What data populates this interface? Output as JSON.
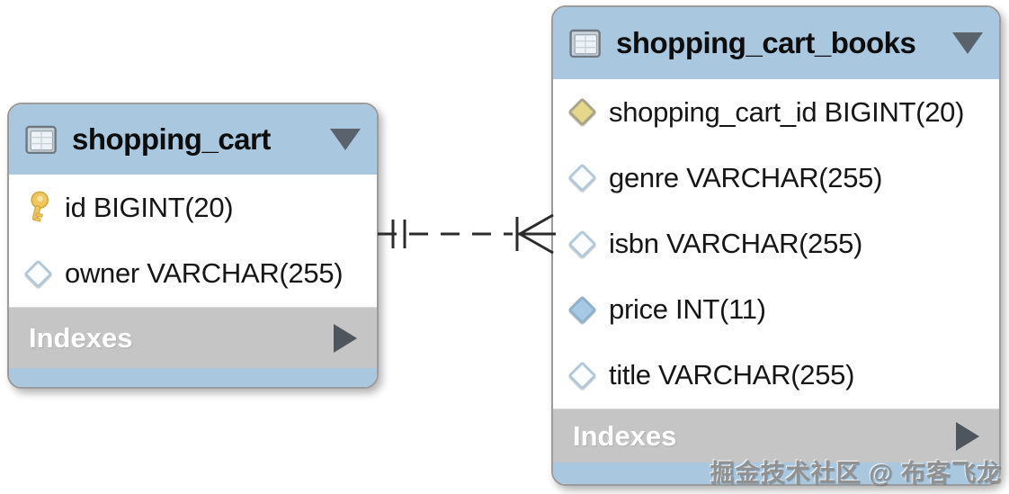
{
  "diagram": {
    "type": "eer-database-diagram",
    "watermark": "掘金技术社区 @ 布客飞龙",
    "colors": {
      "header_blue": "#a9c8e0",
      "footer_gray": "#c5c5c5",
      "body_white": "#ffffff",
      "border_gray": "#9b9b9b",
      "key_gold": "#efc75e",
      "diamond_blue": "#a8c9e5",
      "diamond_yellow": "#e5d88d",
      "connector_dark": "#2b2b2b"
    },
    "tables": [
      {
        "name": "shopping_cart",
        "footer_label": "Indexes",
        "columns": [
          {
            "text": "id BIGINT(20)",
            "icon": "primary-key"
          },
          {
            "text": "owner VARCHAR(255)",
            "icon": "diamond-hollow"
          }
        ]
      },
      {
        "name": "shopping_cart_books",
        "footer_label": "Indexes",
        "columns": [
          {
            "text": "shopping_cart_id BIGINT(20)",
            "icon": "diamond-yellow"
          },
          {
            "text": "genre VARCHAR(255)",
            "icon": "diamond-hollow"
          },
          {
            "text": "isbn VARCHAR(255)",
            "icon": "diamond-hollow"
          },
          {
            "text": "price INT(11)",
            "icon": "diamond-blue"
          },
          {
            "text": "title VARCHAR(255)",
            "icon": "diamond-hollow"
          }
        ]
      }
    ],
    "relationship": {
      "from": "shopping_cart",
      "to": "shopping_cart_books",
      "cardinality": "one-to-many",
      "line_style": "dashed-non-identifying"
    }
  }
}
